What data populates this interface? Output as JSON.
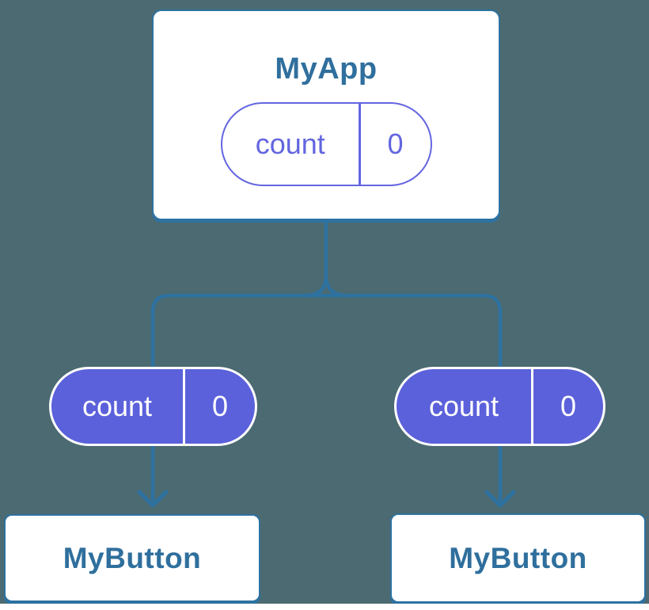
{
  "app": {
    "title": "MyApp",
    "state": {
      "label": "count",
      "value": "0"
    }
  },
  "children": [
    {
      "title": "MyButton",
      "prop": {
        "label": "count",
        "value": "0"
      }
    },
    {
      "title": "MyButton",
      "prop": {
        "label": "count",
        "value": "0"
      }
    }
  ],
  "colors": {
    "background": "#4B6A71",
    "connector": "#2E72A1",
    "component_text": "#2F6F9D",
    "pill_fill": "#5B61DA",
    "pill_outline": "#6366DF",
    "surface": "#ffffff"
  }
}
